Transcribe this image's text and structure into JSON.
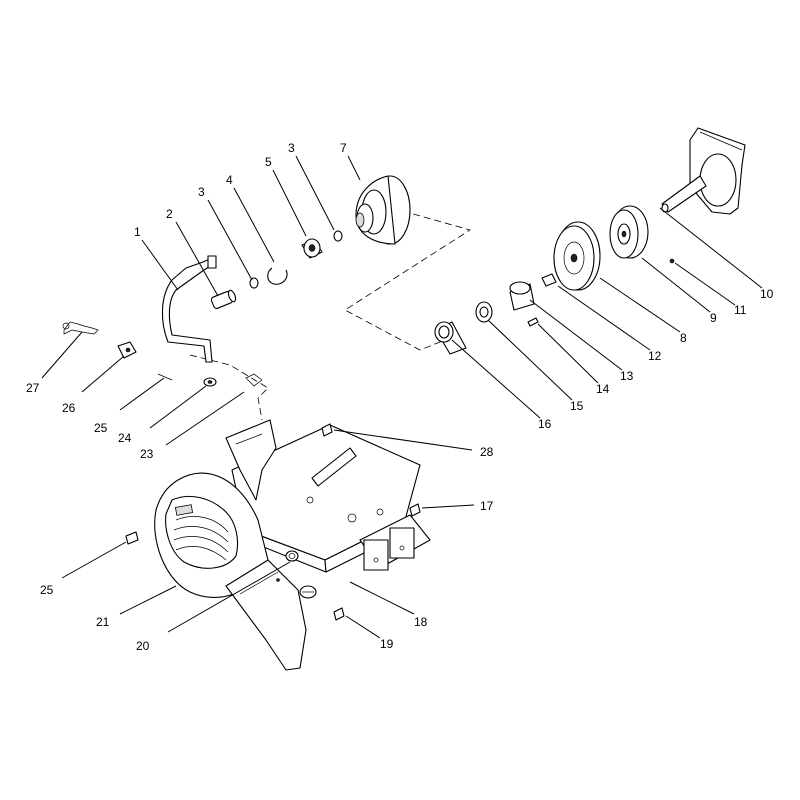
{
  "callouts": [
    {
      "id": "c1",
      "label": "1"
    },
    {
      "id": "c2",
      "label": "2"
    },
    {
      "id": "c3a",
      "label": "3"
    },
    {
      "id": "c4",
      "label": "4"
    },
    {
      "id": "c5",
      "label": "5"
    },
    {
      "id": "c3b",
      "label": "3"
    },
    {
      "id": "c7",
      "label": "7"
    },
    {
      "id": "c10",
      "label": "10"
    },
    {
      "id": "c11",
      "label": "11"
    },
    {
      "id": "c9",
      "label": "9"
    },
    {
      "id": "c8",
      "label": "8"
    },
    {
      "id": "c12",
      "label": "12"
    },
    {
      "id": "c13",
      "label": "13"
    },
    {
      "id": "c14",
      "label": "14"
    },
    {
      "id": "c15",
      "label": "15"
    },
    {
      "id": "c16",
      "label": "16"
    },
    {
      "id": "c27",
      "label": "27"
    },
    {
      "id": "c26",
      "label": "26"
    },
    {
      "id": "c25a",
      "label": "25"
    },
    {
      "id": "c24",
      "label": "24"
    },
    {
      "id": "c23",
      "label": "23"
    },
    {
      "id": "c28",
      "label": "28"
    },
    {
      "id": "c17",
      "label": "17"
    },
    {
      "id": "c25b",
      "label": "25"
    },
    {
      "id": "c21",
      "label": "21"
    },
    {
      "id": "c20",
      "label": "20"
    },
    {
      "id": "c18",
      "label": "18"
    },
    {
      "id": "c19",
      "label": "19"
    }
  ]
}
